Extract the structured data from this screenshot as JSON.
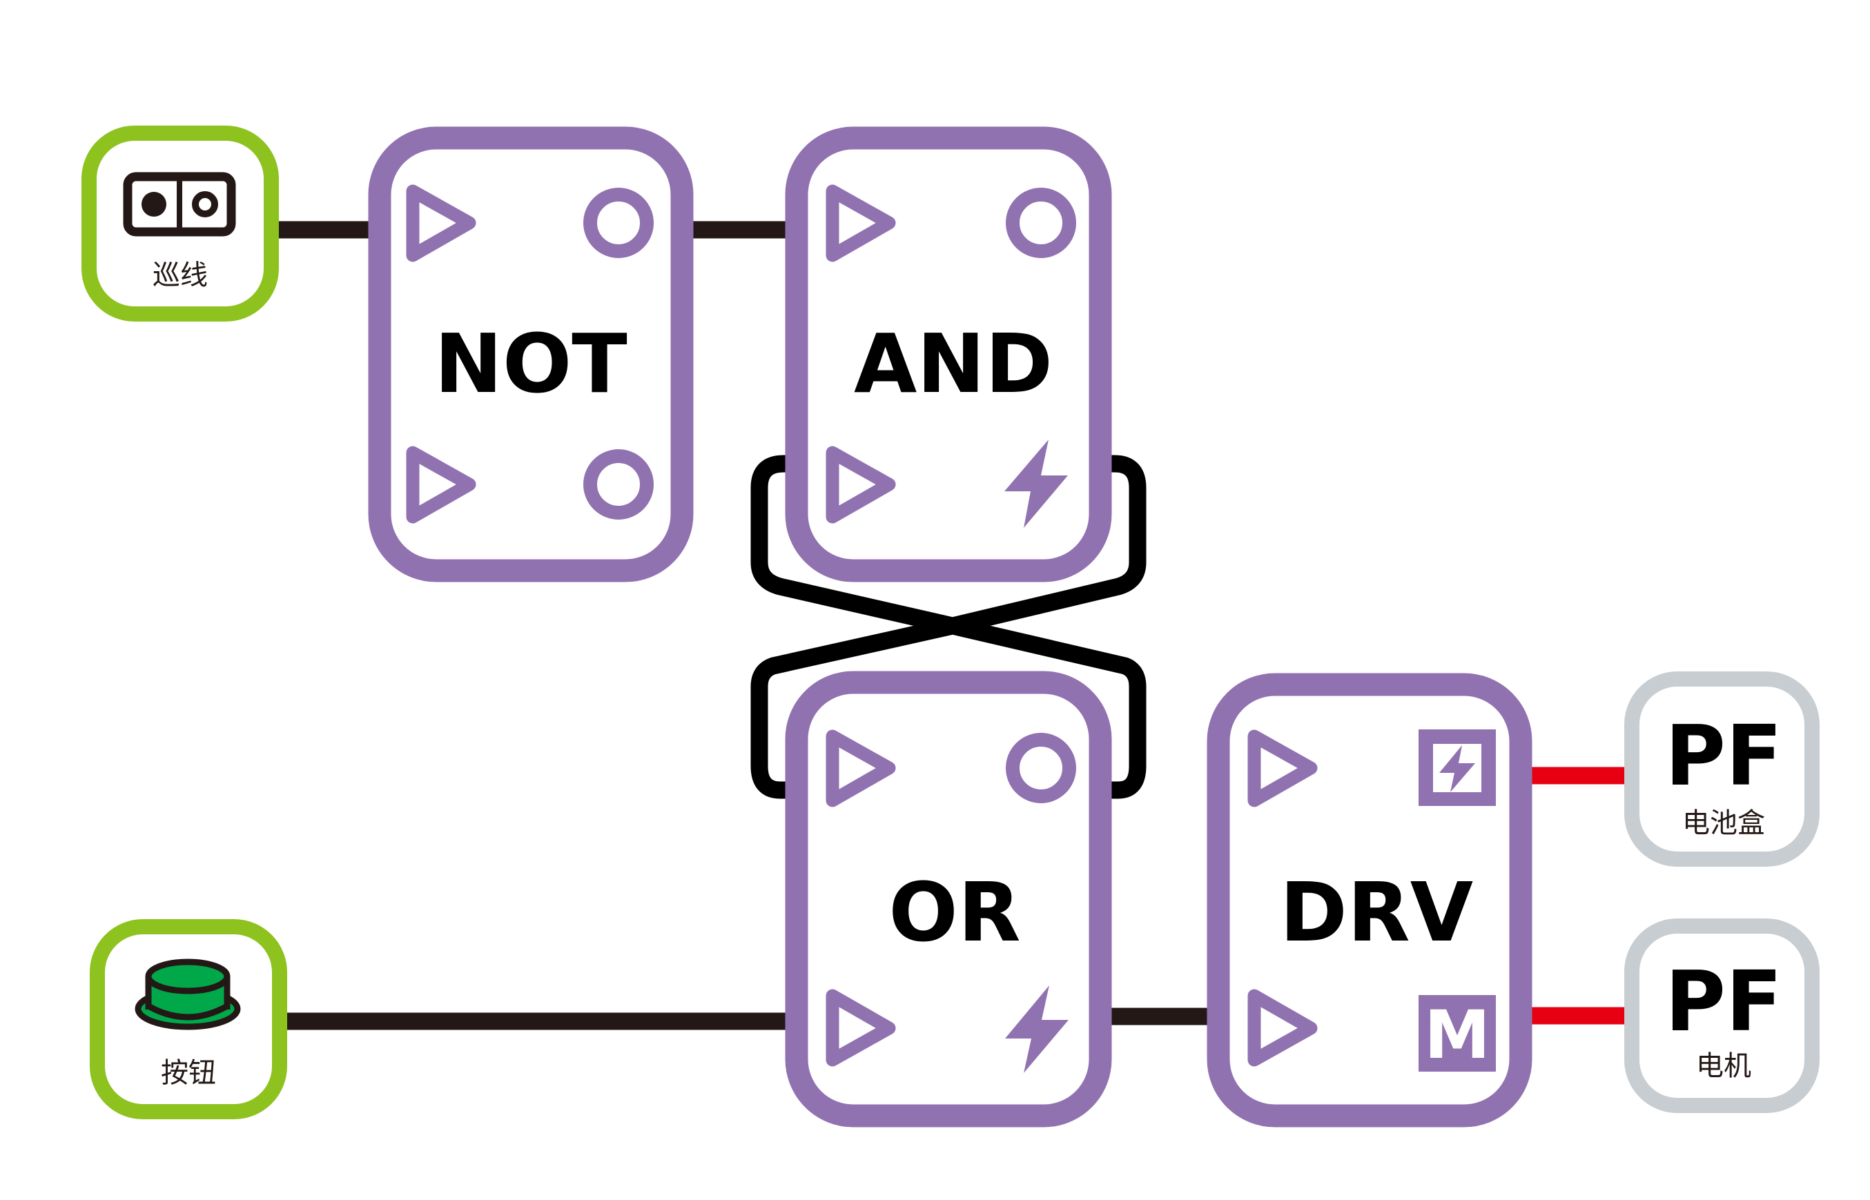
{
  "diagram": {
    "title": "Logic circuit: line sensor and button driving PF motor",
    "colors": {
      "logic_block": "#9172B0",
      "sensor_block": "#8DC21F",
      "pf_block": "#C8CDD1",
      "signal_wire": "#231815",
      "power_wire": "#E60012",
      "button_green": "#00A84A"
    },
    "inputs": [
      {
        "id": "line-sensor",
        "label": "巡线",
        "icon": "line-sensor-icon"
      },
      {
        "id": "button",
        "label": "按钮",
        "icon": "push-button-icon"
      }
    ],
    "logic_blocks": [
      {
        "id": "not",
        "label": "NOT",
        "ports": [
          "input-triangle",
          "output-ring",
          "input-triangle",
          "output-ring"
        ]
      },
      {
        "id": "and",
        "label": "AND",
        "ports": [
          "input-triangle",
          "output-ring",
          "input-triangle",
          "power-bolt"
        ]
      },
      {
        "id": "or",
        "label": "OR",
        "ports": [
          "input-triangle",
          "output-ring",
          "input-triangle",
          "power-bolt"
        ]
      },
      {
        "id": "drv",
        "label": "DRV",
        "ports": [
          "input-triangle",
          "battery-port",
          "input-triangle",
          "motor-port"
        ],
        "motor_port_label": "M"
      }
    ],
    "outputs": [
      {
        "id": "pf-battery",
        "label": "PF",
        "sublabel": "电池盒"
      },
      {
        "id": "pf-motor",
        "label": "PF",
        "sublabel": "电机"
      }
    ],
    "connections": [
      {
        "from": "line-sensor",
        "to": "not.input-1",
        "type": "signal"
      },
      {
        "from": "not.output-1",
        "to": "and.input-1",
        "type": "signal"
      },
      {
        "from": "and.power",
        "to": "or.input-1",
        "type": "crossed-loop"
      },
      {
        "from": "or.output-1",
        "to": "and.input-2",
        "type": "crossed-loop"
      },
      {
        "from": "button",
        "to": "or.input-2",
        "type": "signal"
      },
      {
        "from": "or.power",
        "to": "drv.input-2",
        "type": "signal"
      },
      {
        "from": "drv.battery-port",
        "to": "pf-battery",
        "type": "power"
      },
      {
        "from": "drv.motor-port",
        "to": "pf-motor",
        "type": "power"
      }
    ]
  }
}
